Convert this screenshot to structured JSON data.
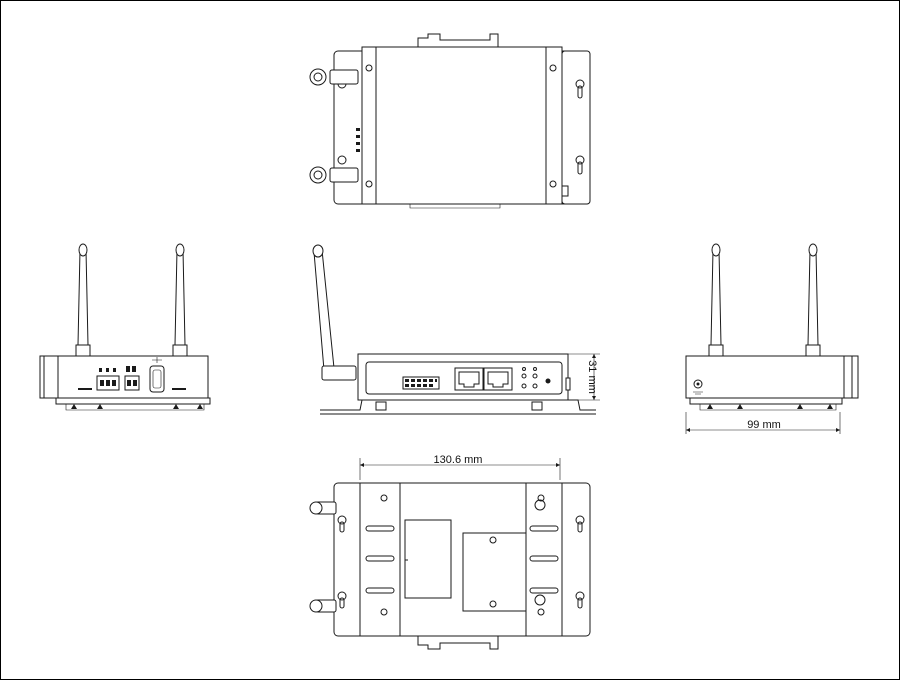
{
  "dimensions": {
    "width_label": "130.6 mm",
    "depth_label": "99 mm",
    "height_label": "31 mm"
  },
  "colors": {
    "line": "#1a1a1a",
    "background": "#ffffff",
    "frame": "#000000"
  }
}
